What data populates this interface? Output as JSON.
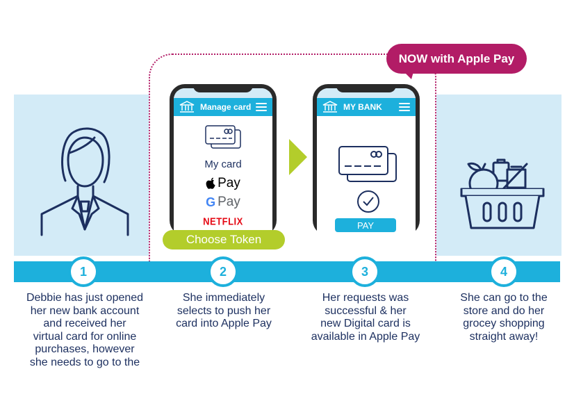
{
  "badge": {
    "label": "NOW with Apple Pay"
  },
  "phone1": {
    "app_title": "Manage card",
    "card_label": "My card",
    "apple_pay_label": "Pay",
    "google_pay_g": "G",
    "google_pay_label": "Pay",
    "netflix_label": "NETFLIX"
  },
  "choose_token": {
    "label": "Choose Token"
  },
  "phone2": {
    "app_title": "MY BANK",
    "pay_label": "PAY"
  },
  "steps": [
    {
      "number": "1",
      "lines": [
        "Debbie has just opened",
        "her new bank account",
        "and received her",
        "virtual card for online",
        "purchases, however",
        "she needs to go to the"
      ]
    },
    {
      "number": "2",
      "lines": [
        "She immediately",
        "selects to push her",
        "card into Apple Pay"
      ]
    },
    {
      "number": "3",
      "lines": [
        "Her requests was",
        "successful & her",
        "new Digital card is",
        "available in Apple Pay"
      ]
    },
    {
      "number": "4",
      "lines": [
        "She can go to the",
        "store and do her",
        "grocey shopping",
        "straight away!"
      ]
    }
  ],
  "colors": {
    "blue": "#1db0dc",
    "light_blue": "#d3ebf7",
    "navy": "#1c2f5f",
    "magenta": "#b21c66",
    "lime": "#b3cd2b",
    "netflix_red": "#e50914"
  },
  "icons": [
    "person-icon",
    "bank-icon",
    "menu-icon",
    "card-icon",
    "apple-icon",
    "check-circle-icon",
    "grocery-basket-icon",
    "arrow-right-icon"
  ]
}
